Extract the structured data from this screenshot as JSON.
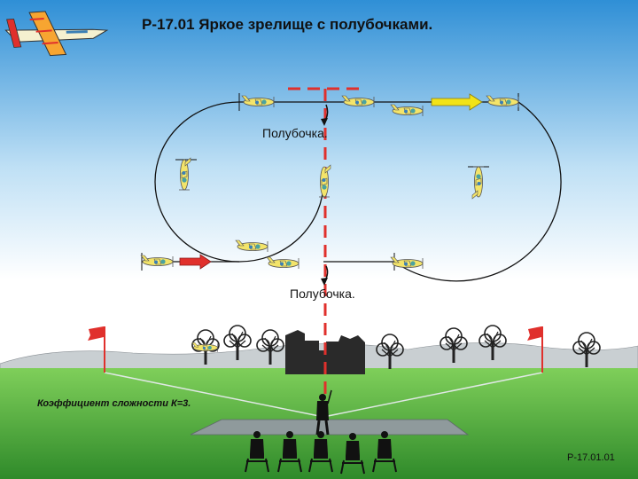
{
  "header": {
    "title": "Р-17.01 Яркое зрелище с полубочками."
  },
  "annotations": {
    "half_roll_top": "Полубочка.",
    "half_roll_bottom": "Полубочка."
  },
  "footer": {
    "coefficient": "Коэффициент сложности К=3.",
    "figure_code": "Р-17.01.01"
  },
  "icons": {
    "logo": "aerobatic-plane-icon",
    "judge": "person-standing-icon",
    "flags": "red-flag-icon"
  },
  "colors": {
    "sky_top": "#2f8fd6",
    "sky_bottom": "#ffffff",
    "grass": "#4fa83a",
    "flight_path": "#111111",
    "center_line": "#e0302c",
    "plane_body": "#f3e46a",
    "entry_arrow": "#e0302c",
    "exit_arrow": "#f2e318"
  }
}
